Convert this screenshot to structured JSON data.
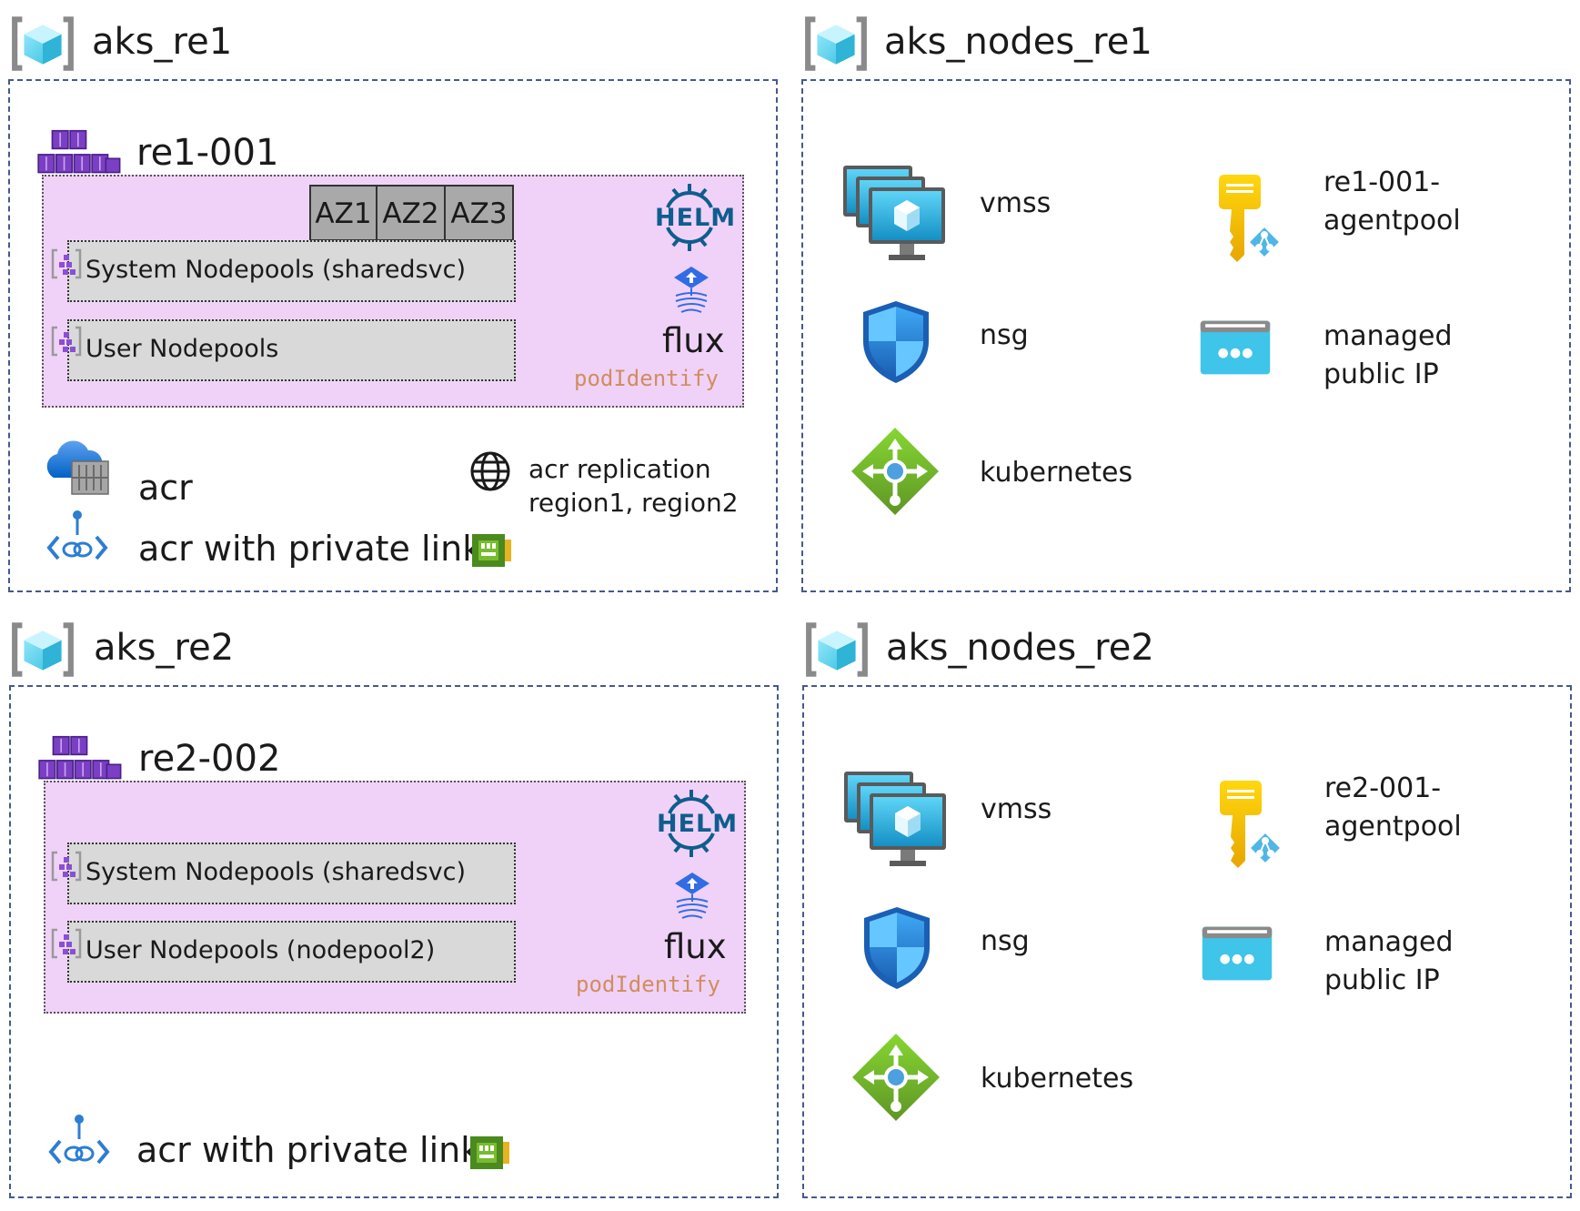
{
  "groups": {
    "aks_re1": {
      "title": "aks_re1",
      "cluster": {
        "title": "re1-001",
        "zones": [
          "AZ1",
          "AZ2",
          "AZ3"
        ],
        "system_pool": "System Nodepools (sharedsvc)",
        "user_pool": "User Nodepools",
        "helm": "HELM",
        "flux": "flux",
        "pod_identity": "podIdentify"
      },
      "acr": "acr",
      "acr_private_link": "acr with private link",
      "acr_replication": "acr replication",
      "acr_regions": "region1, region2"
    },
    "aks_nodes_re1": {
      "title": "aks_nodes_re1",
      "vmss": "vmss",
      "nsg": "nsg",
      "kubernetes": "kubernetes",
      "identity_line1": "re1-001-",
      "identity_line2": "agentpool",
      "ip_line1": "managed",
      "ip_line2": "public IP"
    },
    "aks_re2": {
      "title": "aks_re2",
      "cluster": {
        "title": "re2-002",
        "system_pool": "System Nodepools (sharedsvc)",
        "user_pool": "User Nodepools (nodepool2)",
        "helm": "HELM",
        "flux": "flux",
        "pod_identity": "podIdentify"
      },
      "acr_private_link": "acr with private link"
    },
    "aks_nodes_re2": {
      "title": "aks_nodes_re2",
      "vmss": "vmss",
      "nsg": "nsg",
      "kubernetes": "kubernetes",
      "identity_line1": "re2-001-",
      "identity_line2": "agentpool",
      "ip_line1": "managed",
      "ip_line2": "public IP"
    }
  },
  "icons": {
    "resource_group": "resource-group-icon",
    "aks": "kubernetes-service-icon",
    "node_pool": "node-pool-icon",
    "helm": "helm-icon",
    "flux": "flux-icon",
    "acr": "container-registry-icon",
    "private_link": "private-link-icon",
    "nic": "network-interface-icon",
    "globe": "globe-icon",
    "vmss": "vm-scale-set-icon",
    "nsg": "shield-icon",
    "kubernetes": "load-balancer-icon",
    "identity": "managed-identity-key-icon",
    "public_ip": "public-ip-icon"
  }
}
